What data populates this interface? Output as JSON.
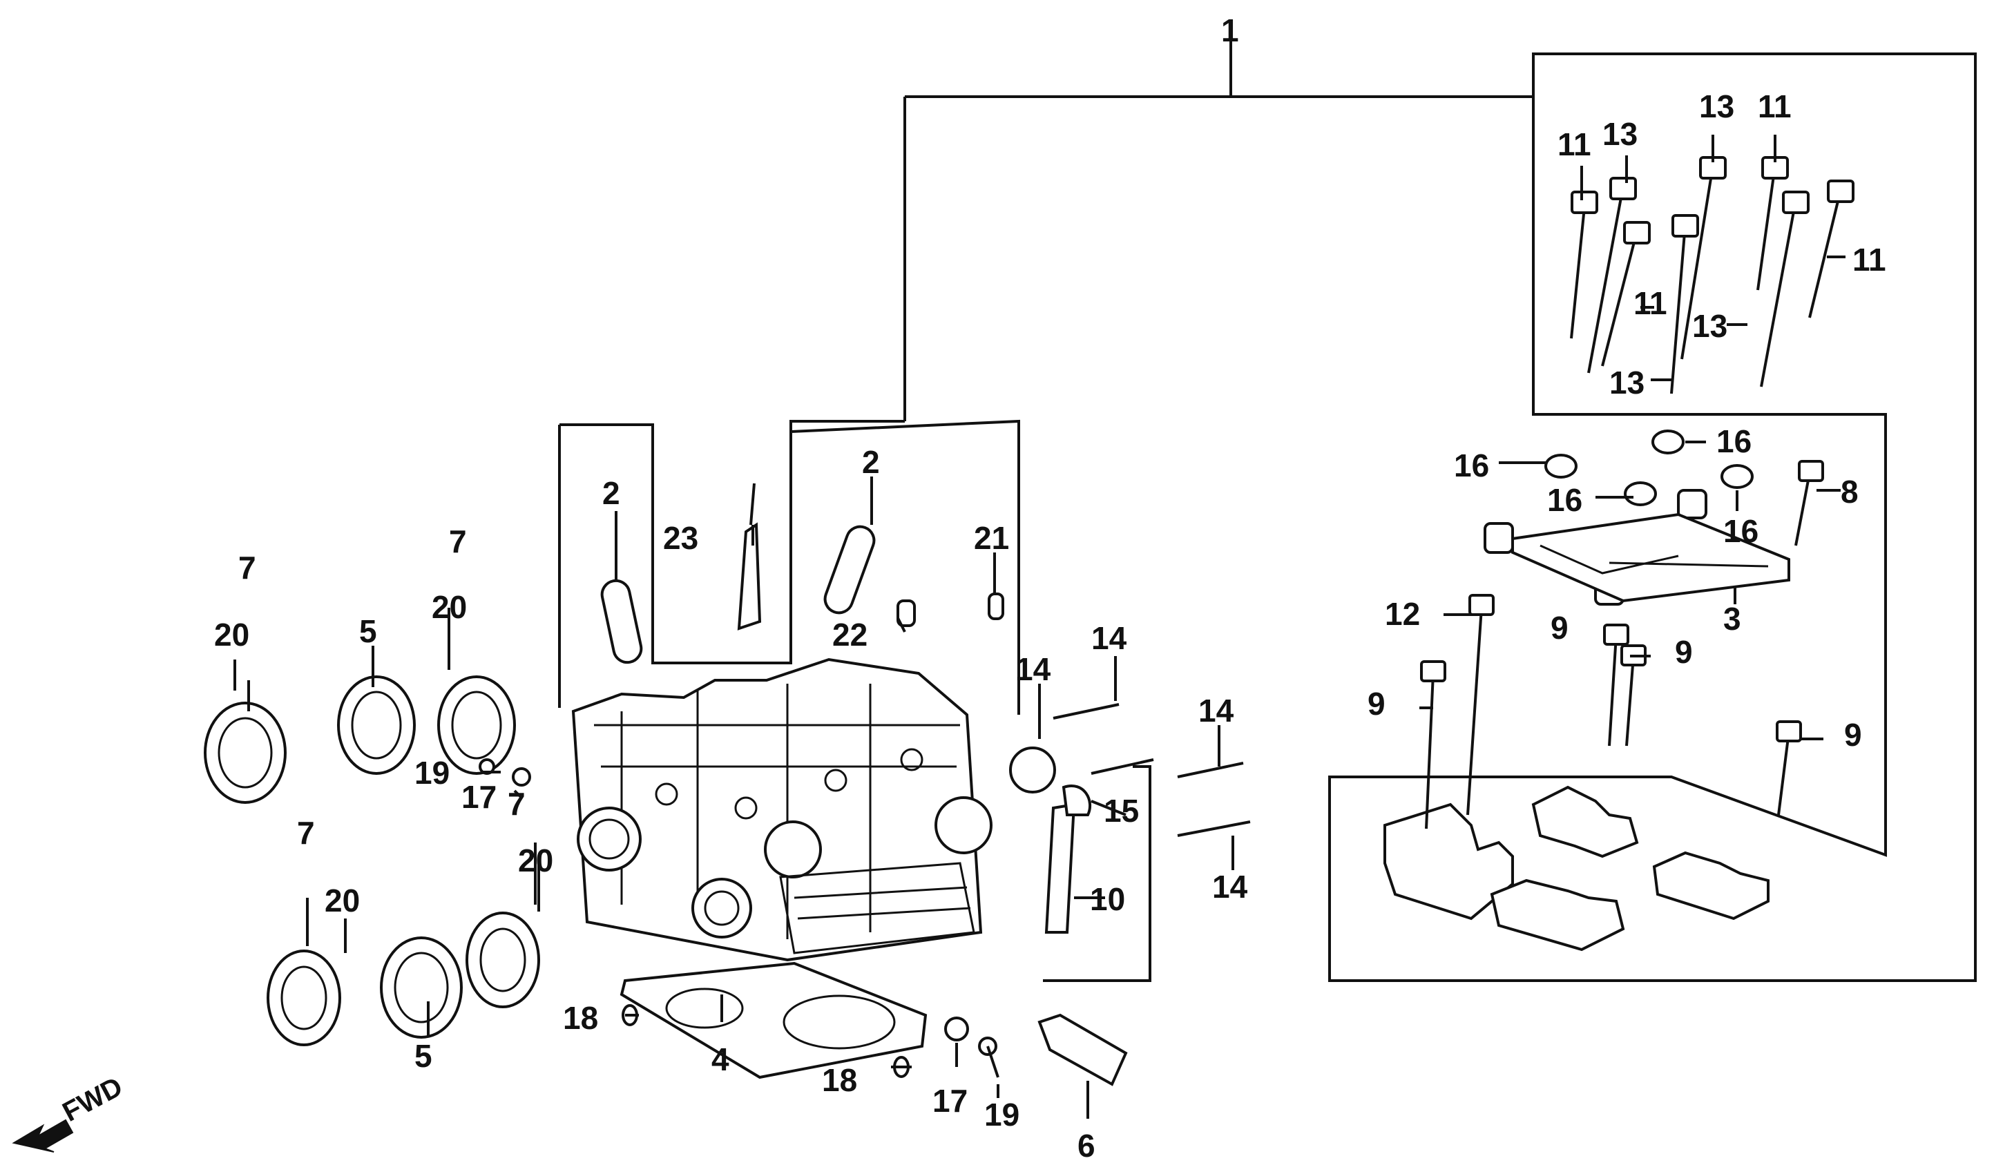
{
  "diagram": {
    "direction_label": "FWD",
    "callouts": {
      "c1": "1",
      "c2a": "2",
      "c2b": "2",
      "c3": "3",
      "c4": "4",
      "c5a": "5",
      "c5b": "5",
      "c6": "6",
      "c7a": "7",
      "c7b": "7",
      "c7c": "7",
      "c7d": "7",
      "c8": "8",
      "c9a": "9",
      "c9b": "9",
      "c9c": "9",
      "c9d": "9",
      "c10": "10",
      "c11a": "11",
      "c11b": "11",
      "c11c": "11",
      "c11d": "11",
      "c12": "12",
      "c13a": "13",
      "c13b": "13",
      "c13c": "13",
      "c13d": "13",
      "c14a": "14",
      "c14b": "14",
      "c14c": "14",
      "c14d": "14",
      "c15": "15",
      "c16a": "16",
      "c16b": "16",
      "c16c": "16",
      "c16d": "16",
      "c17a": "17",
      "c17b": "17",
      "c18a": "18",
      "c18b": "18",
      "c19a": "19",
      "c19b": "19",
      "c20a": "20",
      "c20b": "20",
      "c20c": "20",
      "c20d": "20",
      "c21": "21",
      "c22": "22",
      "c23": "23"
    }
  }
}
